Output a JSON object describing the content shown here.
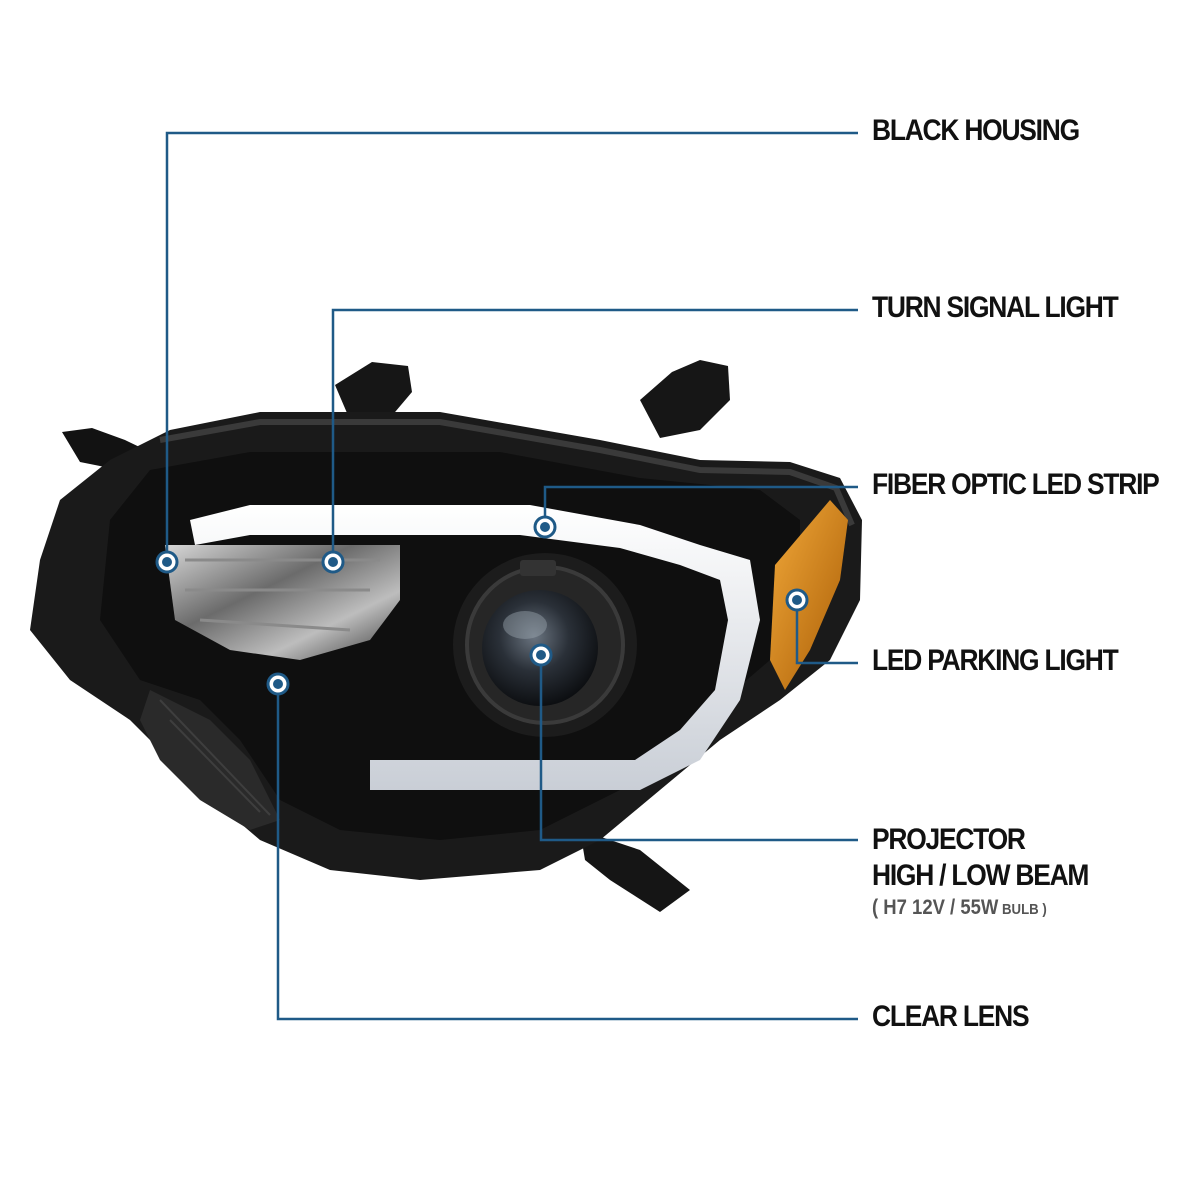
{
  "callouts": {
    "black_housing": "BLACK HOUSING",
    "turn_signal": "TURN SIGNAL LIGHT",
    "fiber_optic": "FIBER OPTIC LED STRIP",
    "parking_light": "LED PARKING LIGHT",
    "projector_line1": "PROJECTOR",
    "projector_line2": "HIGH / LOW BEAM",
    "projector_spec_open": "( ",
    "projector_spec": "H7  12V / 55W",
    "projector_spec_bulb": " BULB )",
    "clear_lens": "CLEAR LENS"
  },
  "colors": {
    "leader_line": "#1f5a87",
    "dot": "#1f5a87",
    "amber": "#d4820f",
    "housing": "#1a1a1a"
  }
}
